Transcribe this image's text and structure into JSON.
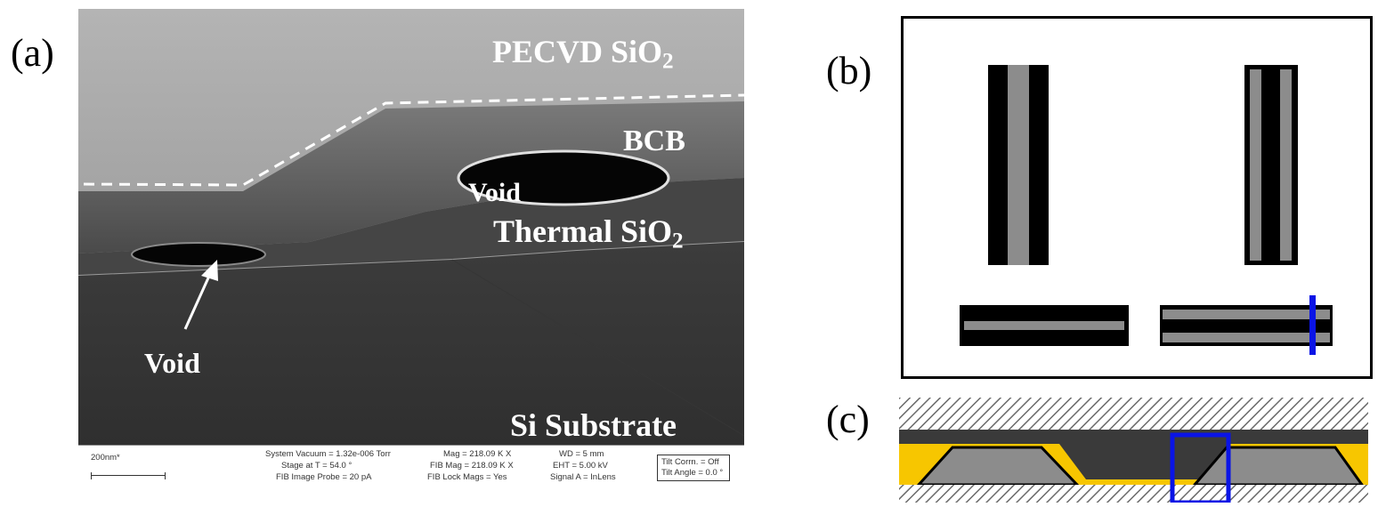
{
  "figure": {
    "panel_labels": {
      "a": "(a)",
      "b": "(b)",
      "c": "(c)"
    }
  },
  "sem_image": {
    "labels": {
      "pecvd": "PECVD SiO",
      "pecvd_sub": "2",
      "bcb": "BCB",
      "void_upper": "Void",
      "thermal": "Thermal SiO",
      "thermal_sub": "2",
      "void_lower": "Void",
      "substrate": "Si Substrate"
    },
    "info_bar": {
      "scale_bar": "200nm*",
      "system_vacuum": "System Vacuum = 1.32e-006 Torr",
      "stage_at_t": "Stage at T =  54.0 °",
      "fib_image_probe": "FIB Image Probe = 20 pA",
      "mag": "Mag = 218.09 K X",
      "fib_mag": "FIB Mag = 218.09 K X",
      "fib_lock_mags": "FIB Lock Mags = Yes",
      "wd": "WD =    5 mm",
      "eht": "EHT =  5.00 kV",
      "signal_a": "Signal A = InLens",
      "tilt_corrn": "Tilt Corrn. = Off",
      "tilt_angle": "Tilt Angle =   0.0 °"
    }
  },
  "colors": {
    "highlight_blue": "#0a14e6",
    "coating_yellow": "#f7c600",
    "layer_gray": "#8c8c8c",
    "cap_dark": "#3a3a3a"
  }
}
